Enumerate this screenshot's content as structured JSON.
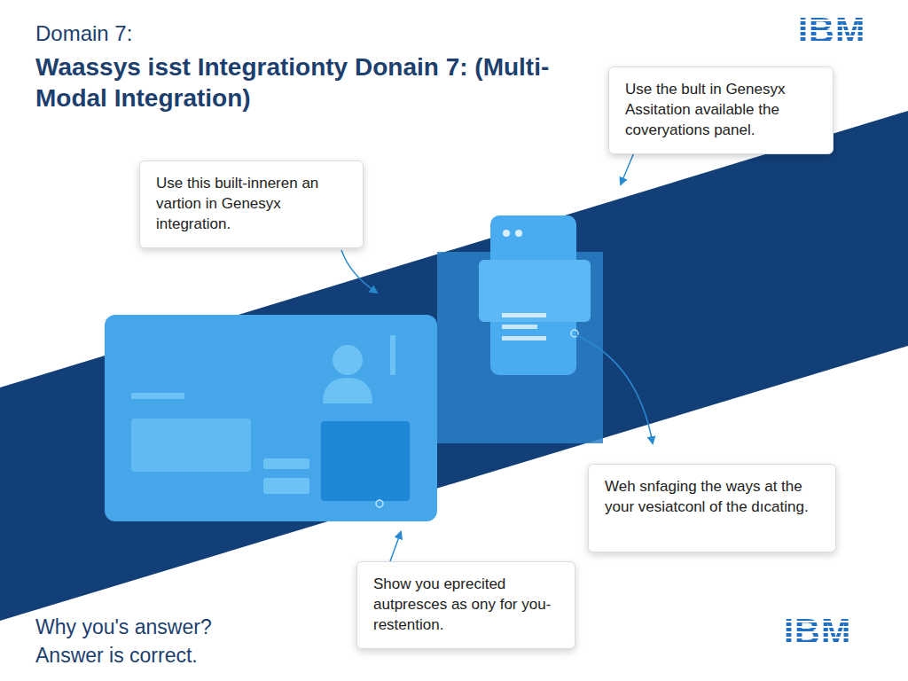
{
  "diagram": {
    "title": "Waassys isst Integrationty Donain 7: (Multi-Modal Integration)",
    "nodes": [
      {
        "text": [
          "Use the bult in Genesyx Assitation available the coveryations panel."
        ]
      },
      {
        "text": [
          "Use this built-inneren an vartion in Genesyx integration."
        ]
      },
      {
        "text": [
          "Weh snfaging the ways at the your vesiatconl of the dıcating."
        ]
      },
      {
        "text": [
          "Show you eprecited autpresces as ony for you-restention."
        ]
      }
    ],
    "labels": [
      "Domain 7:",
      "IBM",
      "IBM",
      "Why you's answer?",
      "Answer is correct."
    ]
  }
}
